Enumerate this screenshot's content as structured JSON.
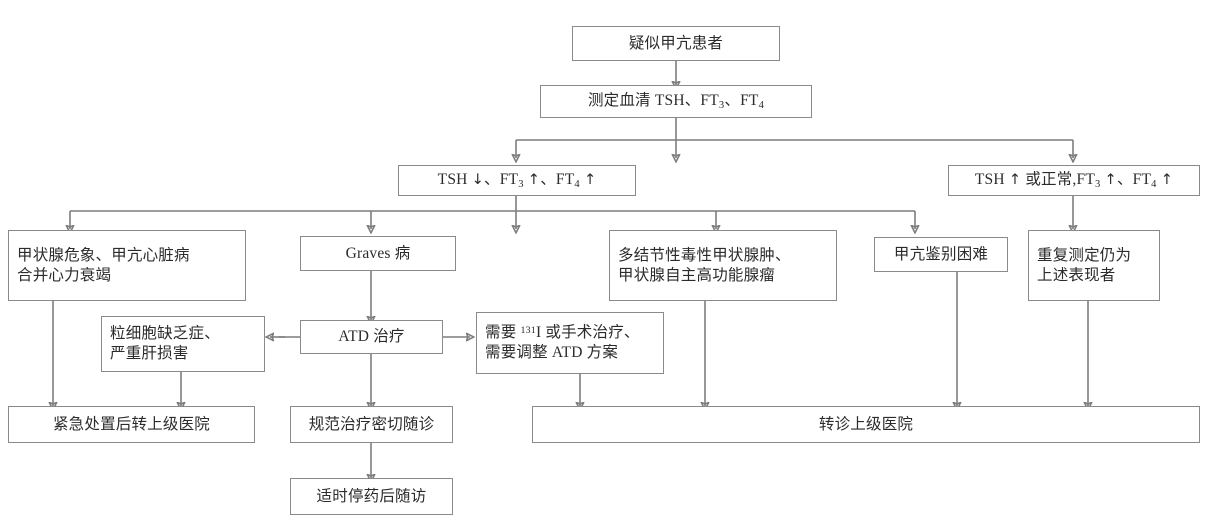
{
  "chart_data": {
    "type": "diagram",
    "title": "疑似甲亢患者诊疗流程图",
    "orientation": "top-down"
  },
  "nodes": {
    "start": {
      "label": "疑似甲亢患者"
    },
    "measure": {
      "label": "测定血清 TSH、FT3、FT4"
    },
    "cond_left": {
      "label": "TSH ↓、FT3 ↑、FT4 ↑"
    },
    "cond_right": {
      "label": "TSH ↑ 或正常,FT3 ↑、FT4 ↑"
    },
    "crisis": {
      "label": "甲状腺危象、甲亢心脏病\n合并心力衰竭"
    },
    "graves": {
      "label": "Graves 病"
    },
    "toxic_nodular": {
      "label": "多结节性毒性甲状腺肿、\n甲状腺自主高功能腺瘤"
    },
    "hard_diff": {
      "label": "甲亢鉴别困难"
    },
    "repeat_same": {
      "label": "重复测定仍为\n上述表现者"
    },
    "agranulocytosis": {
      "label": "粒细胞缺乏症、\n严重肝损害"
    },
    "atd": {
      "label": "ATD 治疗"
    },
    "need_i131": {
      "label": "需要 131I 或手术治疗、\n需要调整 ATD 方案"
    },
    "emergency_transfer": {
      "label": "紧急处置后转上级医院"
    },
    "standard_followup": {
      "label": "规范治疗密切随诊"
    },
    "stop_drug_followup": {
      "label": "适时停药后随访"
    },
    "refer_upper": {
      "label": "转诊上级医院"
    }
  },
  "colors": {
    "box_border": "#8a8a8a",
    "connector": "#7d7d7d",
    "arrowhead": "#3a3a3a",
    "text": "#2b2b2b",
    "background": "#ffffff"
  }
}
